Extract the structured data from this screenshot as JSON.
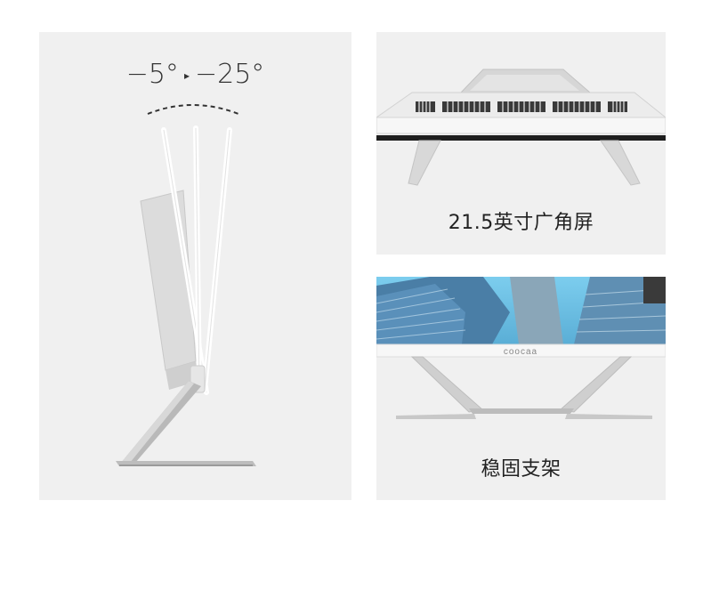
{
  "tilt": {
    "min": "−5°",
    "max": "−25°",
    "arrow": "▸"
  },
  "screen": {
    "caption": "21.5英寸广角屏"
  },
  "stand": {
    "brand": "coocaa",
    "caption": "稳固支架"
  },
  "colors": {
    "panel_bg": "#f0f0f0",
    "sky": "#6ec3e6",
    "bezel": "#f7f7f7",
    "metal": "#c4c4c4"
  }
}
